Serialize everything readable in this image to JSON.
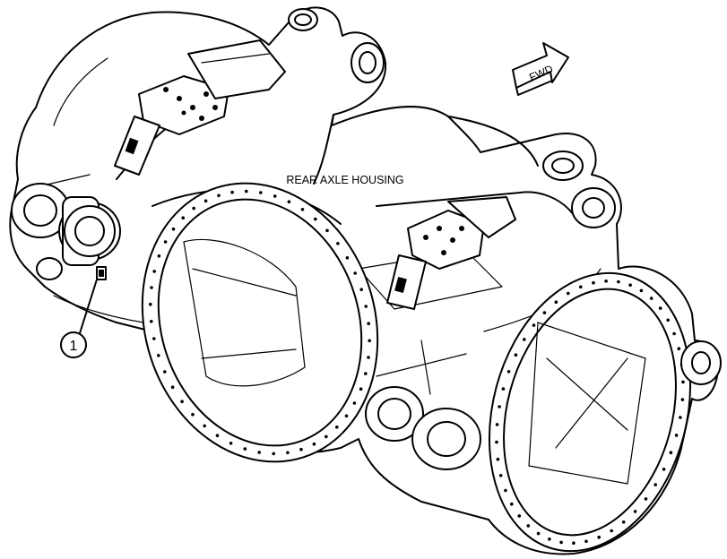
{
  "diagram": {
    "title_label": "REAR AXLE HOUSING",
    "direction_arrow": "FWD",
    "callouts": [
      {
        "number": "1"
      }
    ]
  }
}
